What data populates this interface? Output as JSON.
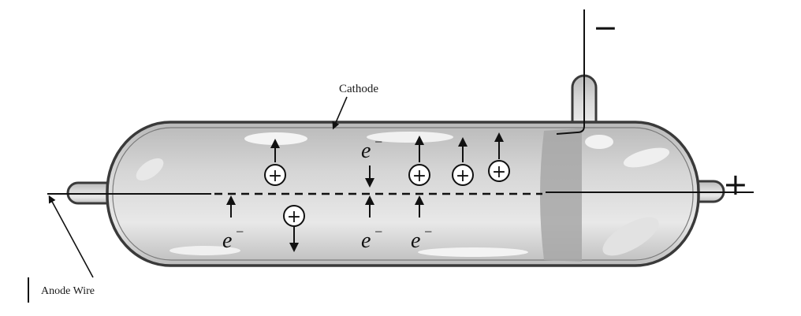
{
  "labels": {
    "cathode": "Cathode",
    "anode_wire": "Anode Wire",
    "negative_terminal": "−",
    "positive_terminal": "+"
  },
  "symbols": {
    "electron": "e",
    "electron_charge": "−",
    "positive_ion": "+"
  },
  "colors": {
    "tube_fill": "#c9c9c9",
    "tube_outline": "#3a3a3a",
    "cathode_band": "#a8a8a8",
    "highlight": "#efefef",
    "ink": "#111111"
  },
  "icons": [
    "arrow-icon",
    "positive-ion-icon",
    "electron-icon"
  ]
}
